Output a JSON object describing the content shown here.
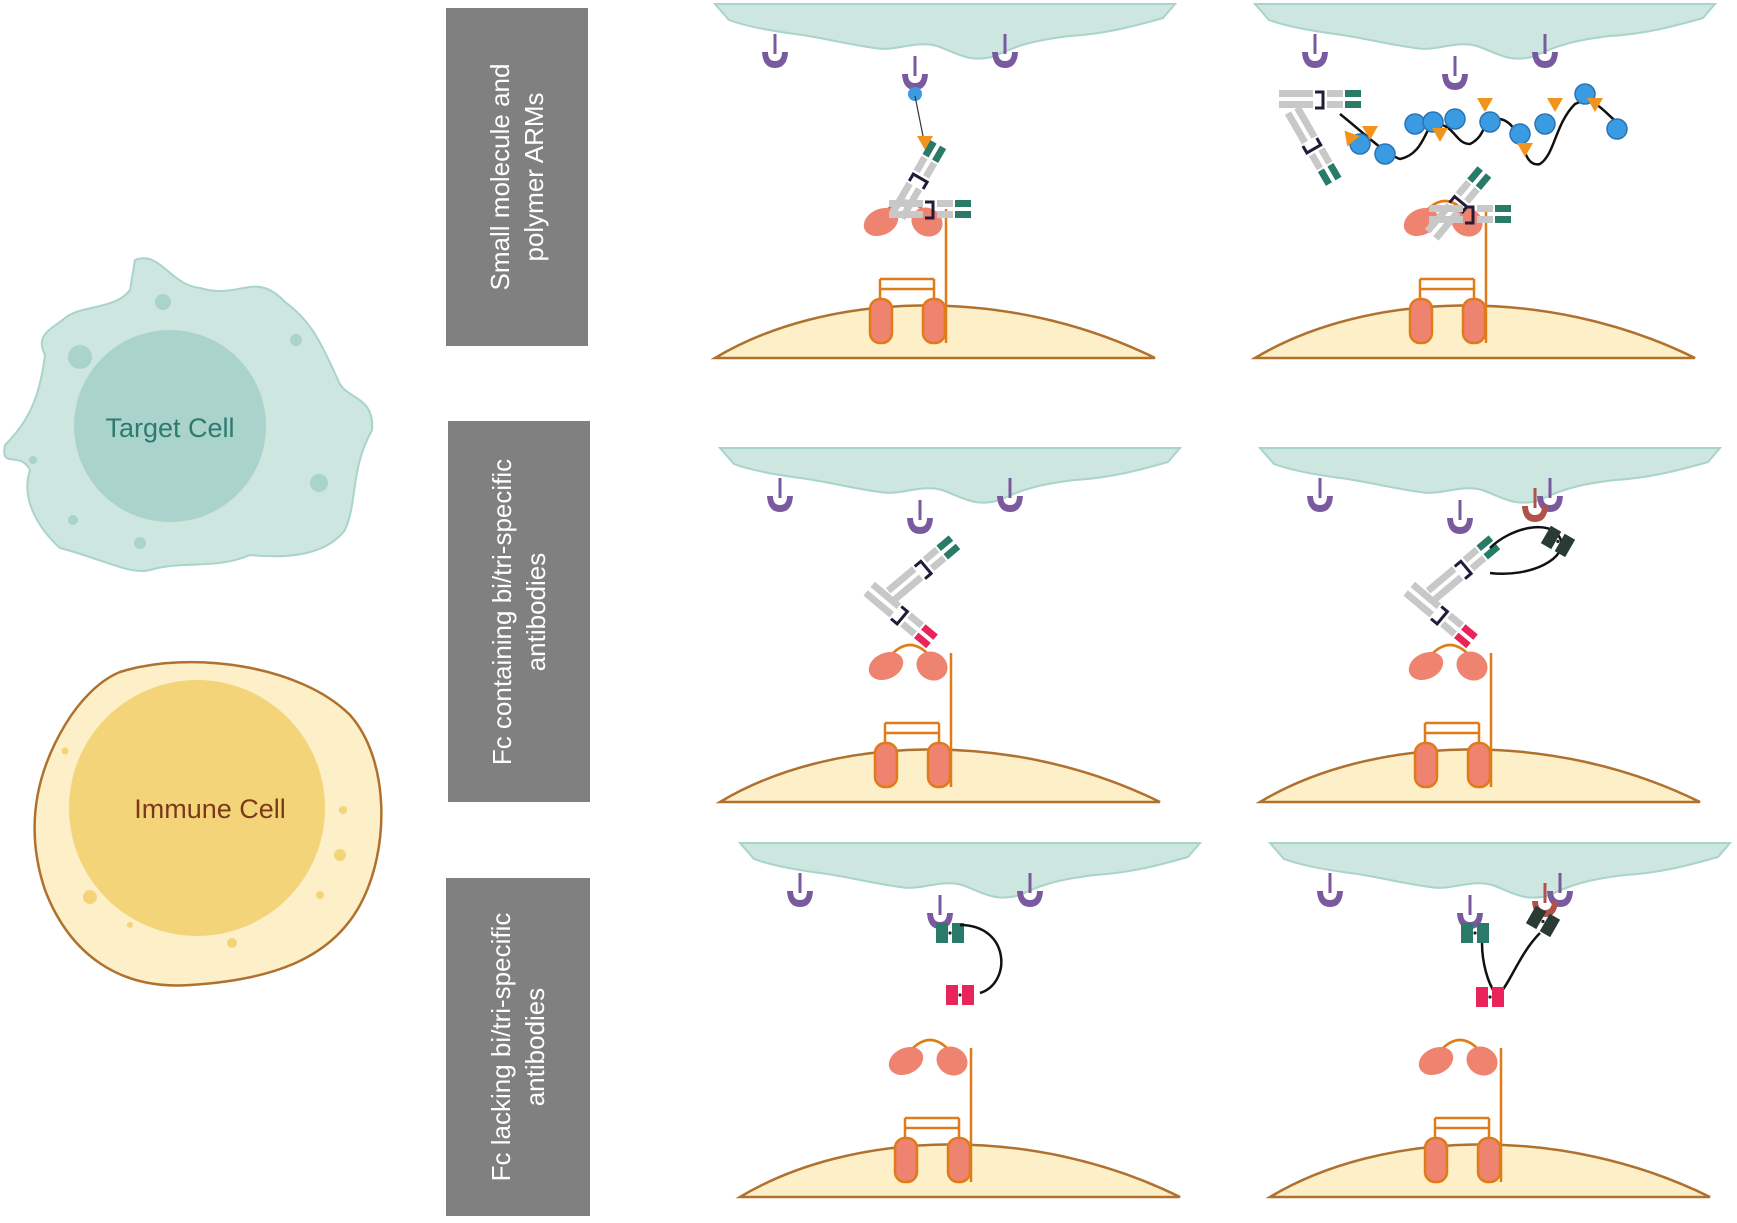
{
  "legend": {
    "target_cell": "Target Cell",
    "immune_cell": "Immune Cell"
  },
  "rows": [
    {
      "label_line1": "Small molecule and",
      "label_line2": "polymer ARMs"
    },
    {
      "label_line1": "Fc containing bi/tri-specific",
      "label_line2": "antibodies"
    },
    {
      "label_line1": "Fc lacking bi/tri-specific",
      "label_line2": "antibodies"
    }
  ],
  "colors": {
    "target_fill": "#cde6e0",
    "target_nucleus": "#a9d3cb",
    "target_text": "#2e7a6e",
    "immune_outer": "#fdf0c8",
    "immune_nucleus": "#f4d479",
    "immune_stroke": "#b0712e",
    "immune_text": "#7a3a1a",
    "receptor": "#7a5a9e",
    "orange": "#e07b1a",
    "pink": "#ee8370",
    "teal": "#2a7a6a",
    "gray": "#c8c8c8",
    "magenta": "#e8245a",
    "blue": "#3a9be0",
    "triangle": "#f0941c",
    "label_box": "#808080"
  }
}
